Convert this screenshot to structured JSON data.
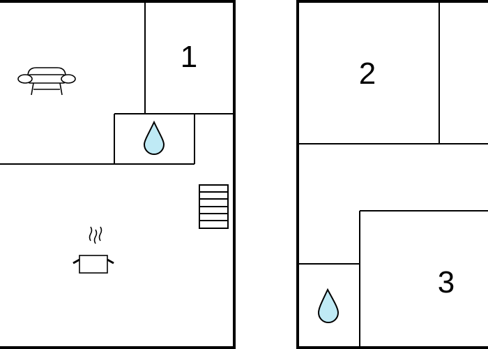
{
  "floors": [
    {
      "rooms": [
        {
          "label": "1"
        }
      ],
      "icons": [
        "sofa-icon",
        "water-drop-icon",
        "stairs-icon",
        "cooking-pot-icon"
      ]
    },
    {
      "rooms": [
        {
          "label": "2"
        },
        {
          "label": "3"
        }
      ],
      "icons": [
        "water-drop-icon"
      ]
    }
  ],
  "colors": {
    "walls": "#000000",
    "water_drop_fill": "#bfeaf5",
    "background": "#ffffff"
  }
}
